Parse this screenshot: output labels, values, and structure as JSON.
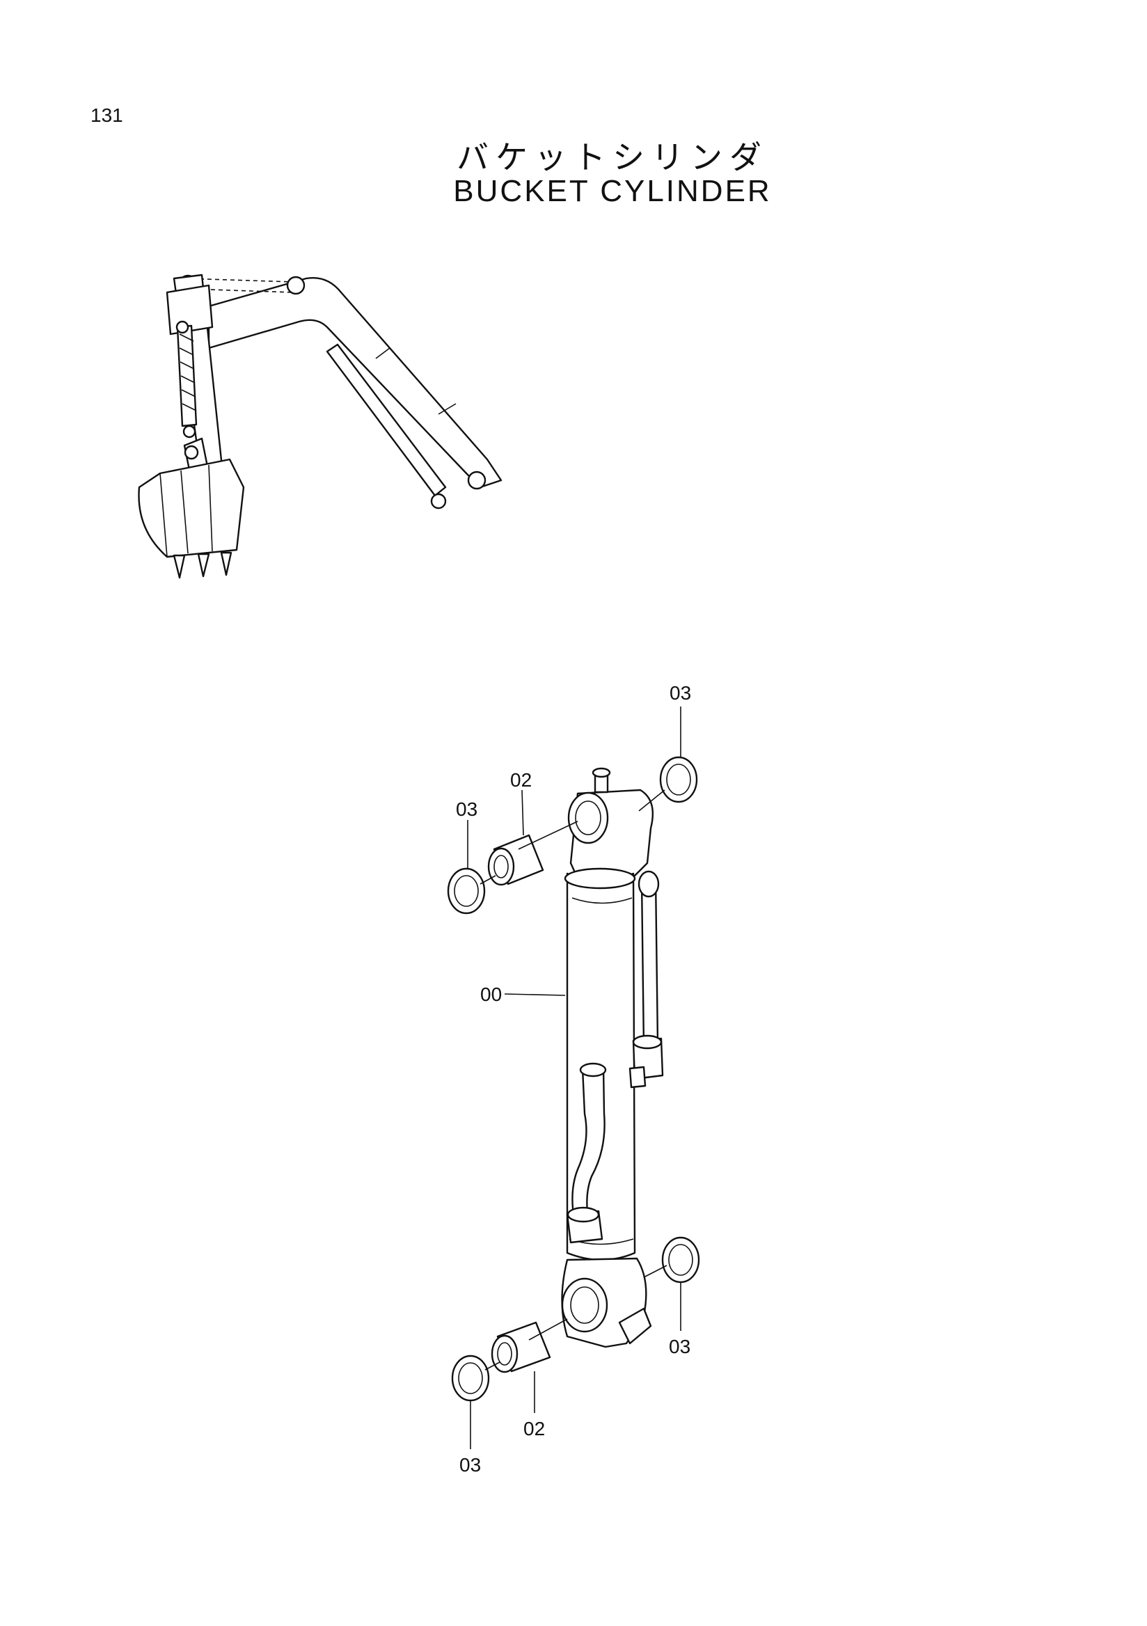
{
  "page": {
    "number": "131",
    "title_jp": "バケットシリンダ",
    "title_en": "BUCKET CYLINDER"
  },
  "callouts": {
    "top_right_seal": "03",
    "top_bushing": "02",
    "top_left_seal": "03",
    "cylinder_assembly": "00",
    "bottom_right_seal": "03",
    "bottom_bushing": "02",
    "bottom_left_seal": "03"
  }
}
